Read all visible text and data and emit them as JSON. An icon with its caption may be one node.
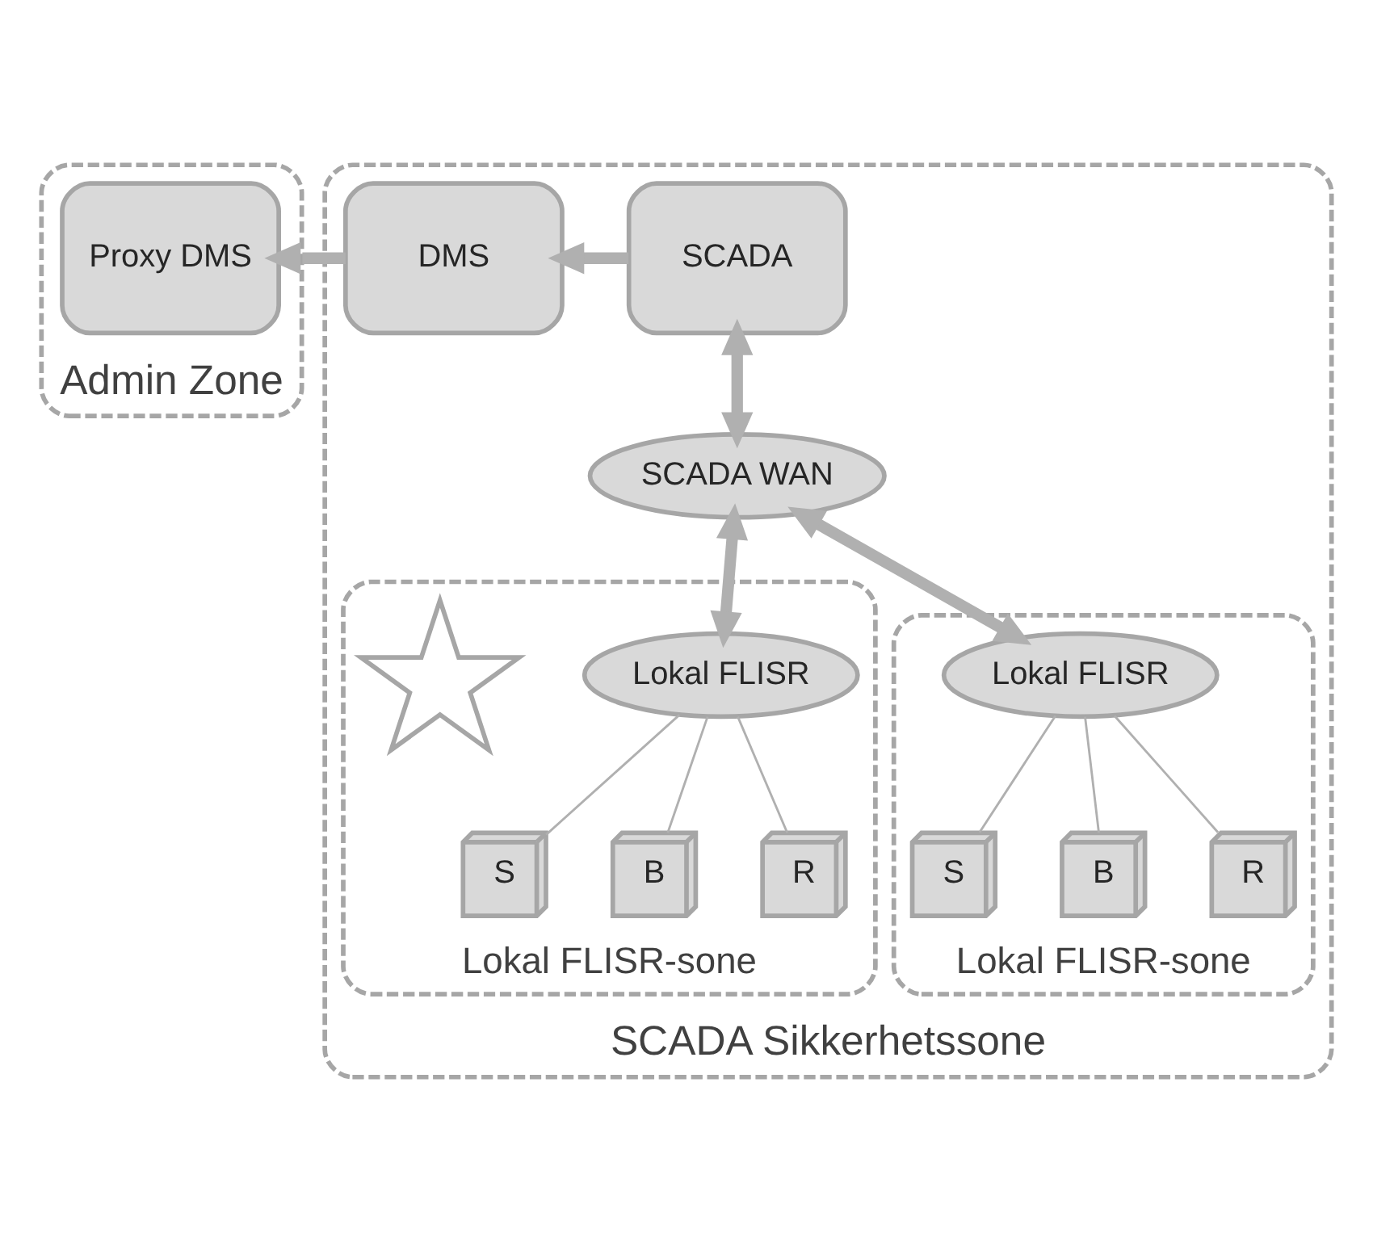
{
  "diagram": {
    "nodes": [
      {
        "text": [
          "Admin Zone"
        ]
      },
      {
        "text": [
          "Proxy DMS"
        ],
        "in": 0
      },
      {
        "text": [
          "SCADA Sikkerhetssone"
        ]
      },
      {
        "text": [
          "DMS"
        ],
        "in": 2
      },
      {
        "text": [
          "SCADA"
        ],
        "in": 2
      },
      {
        "text": [
          "SCADA WAN"
        ],
        "in": 2
      },
      {
        "text": [
          "Lokal FLISR-sone"
        ],
        "in": 2
      },
      {
        "text": [
          "Lokal FLISR"
        ],
        "in": 6
      },
      {
        "text": [],
        "shape": "star",
        "in": 6
      },
      {
        "text": [
          "S"
        ],
        "in": 6
      },
      {
        "text": [
          "B"
        ],
        "in": 6
      },
      {
        "text": [
          "R"
        ],
        "in": 6
      },
      {
        "text": [
          "Lokal FLISR-sone"
        ],
        "in": 2
      },
      {
        "text": [
          "Lokal FLISR"
        ],
        "in": 12
      },
      {
        "text": [
          "S"
        ],
        "in": 12
      },
      {
        "text": [
          "B"
        ],
        "in": 12
      },
      {
        "text": [
          "R"
        ],
        "in": 12
      }
    ],
    "edges": [
      {
        "from": 3,
        "to": 1,
        "arrow": "to",
        "style": "thick"
      },
      {
        "from": 4,
        "to": 3,
        "arrow": "to",
        "style": "thick"
      },
      {
        "from": 4,
        "to": 5,
        "arrow": "both",
        "style": "thick"
      },
      {
        "from": 5,
        "to": 7,
        "arrow": "both",
        "style": "thick"
      },
      {
        "from": 5,
        "to": 13,
        "arrow": "both",
        "style": "thick"
      },
      {
        "from": 7,
        "to": 9,
        "arrow": "none"
      },
      {
        "from": 7,
        "to": 10,
        "arrow": "none"
      },
      {
        "from": 7,
        "to": 11,
        "arrow": "none"
      },
      {
        "from": 13,
        "to": 14,
        "arrow": "none"
      },
      {
        "from": 13,
        "to": 15,
        "arrow": "none"
      },
      {
        "from": 13,
        "to": 16,
        "arrow": "none"
      }
    ]
  }
}
